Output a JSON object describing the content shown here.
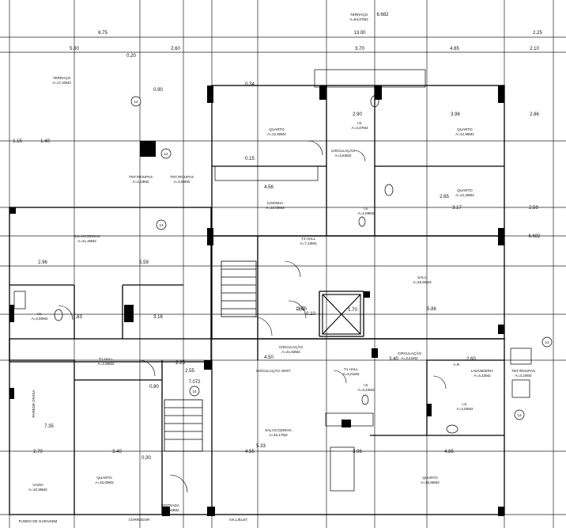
{
  "rooms": [
    {
      "id": "terraco-top",
      "name": "TERRAÇO",
      "area": "A=64,07M2"
    },
    {
      "id": "terraco-left",
      "name": "TERRAÇO",
      "area": "A=17,23M2"
    },
    {
      "id": "quarto-1",
      "name": "QUARTO",
      "area": "A=12,60M2"
    },
    {
      "id": "quarto-2",
      "name": "QUARTO",
      "area": "A=12,96M2"
    },
    {
      "id": "quarto-3",
      "name": "QUARTO",
      "area": "A=12,25M2"
    },
    {
      "id": "ls-top",
      "name": "I.S.",
      "area": "A=3,37M2"
    },
    {
      "id": "circ-top",
      "name": "CIRCULAÇÃO",
      "area": "A=3,83M2"
    },
    {
      "id": "cozinha",
      "name": "COZINHA",
      "area": "A=12,00M2"
    },
    {
      "id": "ls-mid",
      "name": "I.S.",
      "area": "A=3,09M2"
    },
    {
      "id": "hall-t3",
      "name": "T3 HALL",
      "area": "A=7,10M2"
    },
    {
      "id": "sala-right",
      "name": "SALA",
      "area": "A=26,50M2"
    },
    {
      "id": "sala-cozinha-left",
      "name": "SALA/COZINHA",
      "area": "A=41,20M2"
    },
    {
      "id": "tnt-1",
      "name": "TNT./ROUPAS",
      "area": "A=2,19M2"
    },
    {
      "id": "tnt-2",
      "name": "TNT./ROUPAS",
      "area": "A=2,66M2"
    },
    {
      "id": "ls-left",
      "name": "I.S.",
      "area": "A=3,90M2"
    },
    {
      "id": "hall-t1",
      "name": "T1 HALL",
      "area": "A=3,36M2"
    },
    {
      "id": "circ-mid",
      "name": "CIRCULAÇÃO",
      "area": "A=21,83M2"
    },
    {
      "id": "hall-t1b",
      "name": "T1 HALL",
      "area": "A=3,01M2"
    },
    {
      "id": "circ-right",
      "name": "CIRCULAÇÃO",
      "area": "A=3,41M2"
    },
    {
      "id": "lavanderia",
      "name": "LAVANDERIA",
      "area": "A=4,22M2"
    },
    {
      "id": "tnt-3",
      "name": "TNT./ROUPAS",
      "area": "A=3,10M2"
    },
    {
      "id": "ls-r1",
      "name": "I.S.",
      "area": "A=3,22M2"
    },
    {
      "id": "ls-r2",
      "name": "I.S.",
      "area": "A=4,00M2"
    },
    {
      "id": "sala-cozinha-mid",
      "name": "SALA/COZINHA",
      "area": "A=26,17M2"
    },
    {
      "id": "quarto-4",
      "name": "QUARTO",
      "area": "A=16,00M2"
    },
    {
      "id": "quarto-5",
      "name": "QUARTO",
      "area": "A=16,86M2"
    },
    {
      "id": "vazio",
      "name": "VAZIO",
      "area": "A=10,95M2"
    },
    {
      "id": "entrada",
      "name": "ENTRADA",
      "area": "A=1,49M2"
    }
  ],
  "labels": {
    "parede": "PAREDE DIVISA",
    "corredor": "CORREDOR",
    "gkl": "GK.L/ELET.",
    "ar": "A.R.",
    "fundo": "FUNDO DE GARAGEM",
    "m_circulation": "CIRCULAÇÃO VERT.",
    "d1": "6.75",
    "d2": "13.00",
    "d3": "2.25",
    "d4": "5.80",
    "d5": "0.20",
    "d6": "2.60",
    "d7": "3.70",
    "d8": "4.65",
    "d9": "2.10",
    "d10": "0.34",
    "d11": "0.15",
    "d12": "2.90",
    "d13": "3.96",
    "d14": "2.86",
    "d15": "2.96",
    "d16": "5.59",
    "d17": "5.86",
    "d18": "3.17",
    "d19": "2.59",
    "d20": "1.15",
    "d21": "1.40",
    "d22": "4.56",
    "d23": "2.65",
    "d24": "3.50",
    "d25": "1.50",
    "d26": "3.40",
    "d27": "2.60",
    "d28": "4.55",
    "d29": "3.96",
    "d30": "4.85",
    "d31": "2.70",
    "d32": "3.40",
    "d33": "5.33",
    "d34": "7.35",
    "d35": "0.30",
    "d36": "0.10",
    "d37": "0.80",
    "d38": "1.83",
    "d39": "3.16",
    "d40": "4.50",
    "d41": "1.70",
    "d42": "2.25",
    "d43": "2.55",
    "d44": "0.90",
    "d45": "6.682",
    "d46": "7.072",
    "d47": "6.682"
  },
  "markers": [
    "12",
    "12",
    "13",
    "12",
    "13",
    "14"
  ]
}
